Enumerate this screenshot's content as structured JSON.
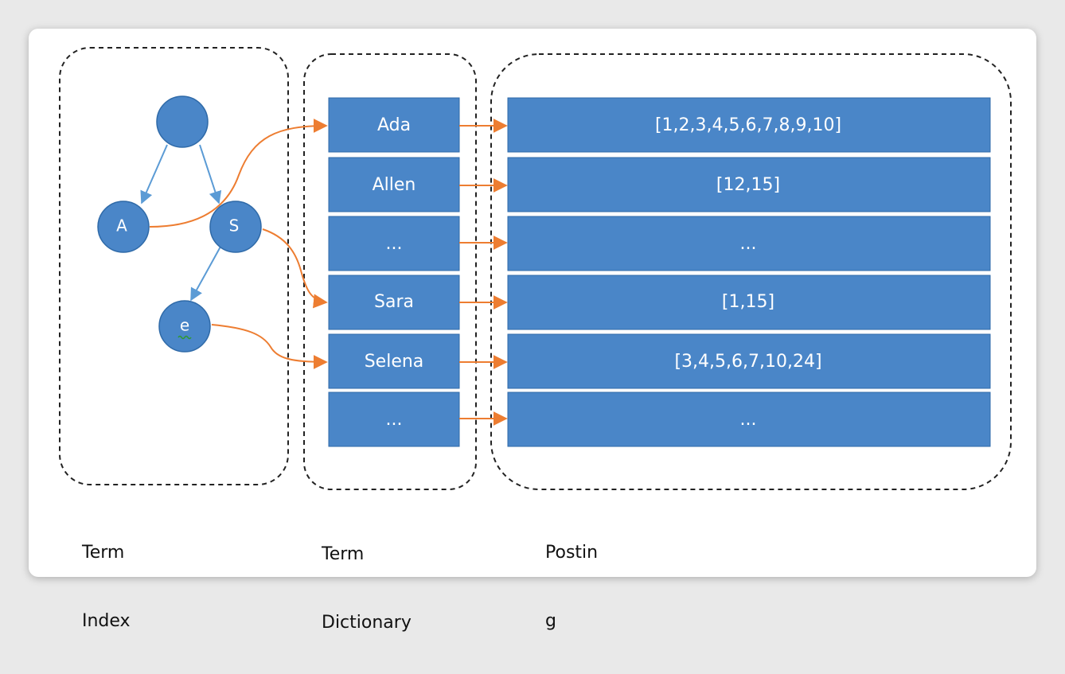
{
  "term_index": {
    "nodes": [
      {
        "id": "root",
        "label": ""
      },
      {
        "id": "a",
        "label": "A"
      },
      {
        "id": "s",
        "label": "S"
      },
      {
        "id": "e",
        "label": "e"
      }
    ],
    "caption_line1": "Term",
    "caption_line2": "Index"
  },
  "term_dictionary": {
    "terms": [
      "Ada",
      "Allen",
      "...",
      "Sara",
      "Selena",
      "..."
    ],
    "caption_line1": "Term",
    "caption_line2": "Dictionary"
  },
  "posting": {
    "lists": [
      "[1,2,3,4,5,6,7,8,9,10]",
      "[12,15]",
      "...",
      "[1,15]",
      "[3,4,5,6,7,10,24]",
      "..."
    ],
    "caption_line1": "Postin",
    "caption_line2": "g"
  },
  "colors": {
    "box_fill": "#4a86c8",
    "box_stroke": "#2f6aa8",
    "node_fill": "#4a86c8",
    "tree_edge": "#5b9bd5",
    "link_arrow": "#ed7d31",
    "dashed_border": "#222222"
  }
}
